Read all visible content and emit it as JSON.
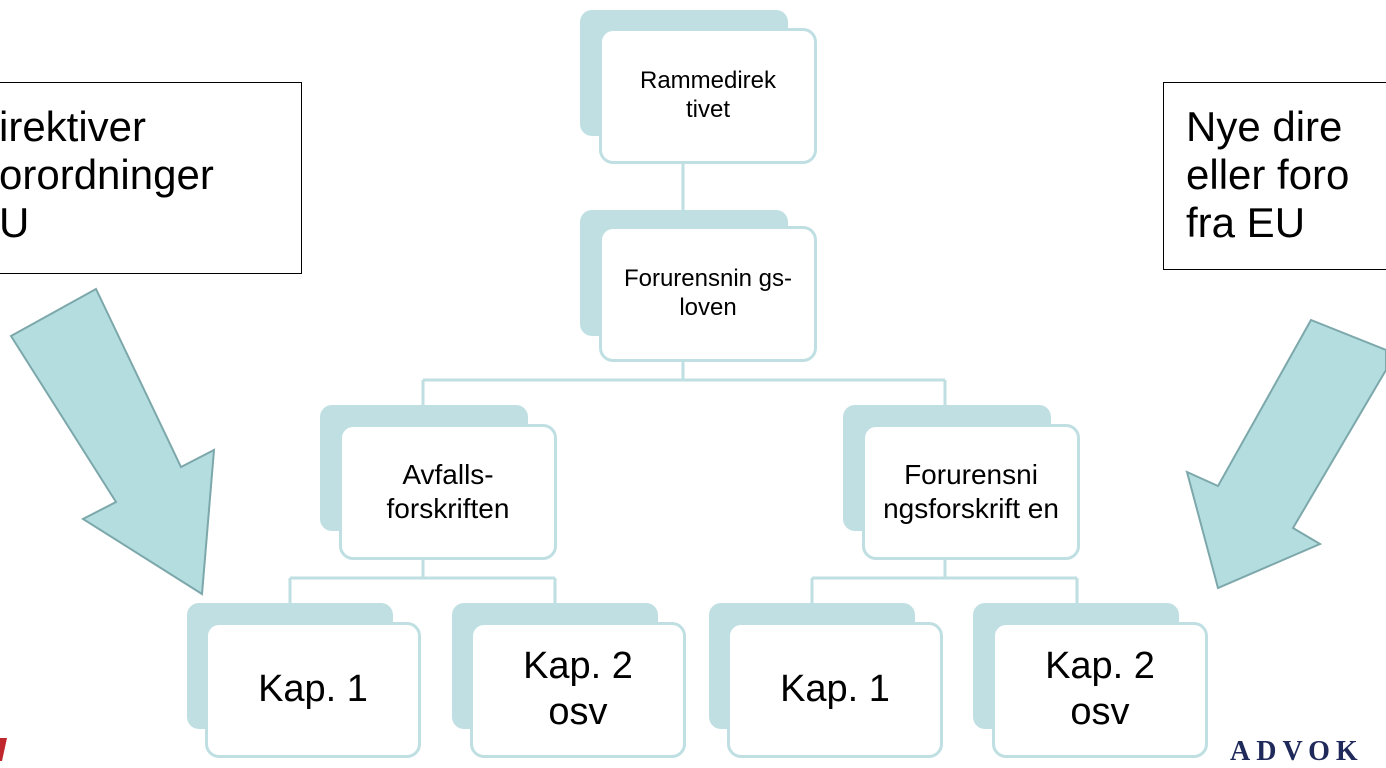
{
  "nodes": {
    "root": "Rammedirek tivet",
    "level2": "Forurensnin gs-loven",
    "left": "Avfalls- forskriften",
    "right": "Forurensni ngsforskrift en",
    "ll": "Kap. 1",
    "lr": "Kap. 2 osv",
    "rl": "Kap. 1",
    "rr": "Kap. 2 osv"
  },
  "callouts": {
    "left_lines": [
      "irektiver",
      "orordninger",
      "U"
    ],
    "right_lines": [
      "Nye dire",
      "eller foro",
      "fra EU"
    ]
  },
  "logo": {
    "text": "ADVOK"
  },
  "colors": {
    "accent": "#bfdfe2",
    "arrow": "#b4dde0",
    "arrow_stroke": "#7da8ab",
    "line": "#bfdfe2"
  }
}
